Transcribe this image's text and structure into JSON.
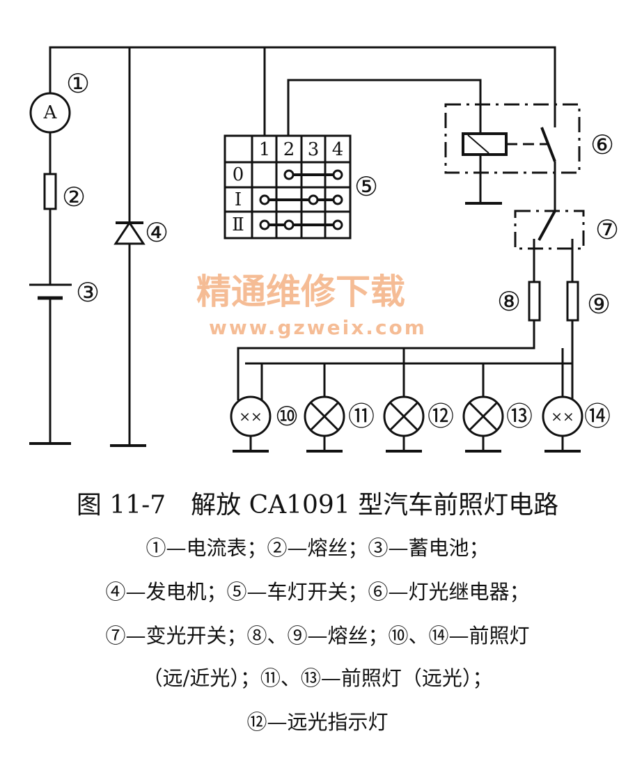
{
  "diagram": {
    "component_labels": [
      "①",
      "②",
      "③",
      "④",
      "⑤",
      "⑥",
      "⑦",
      "⑧",
      "⑨",
      "⑩",
      "⑪",
      "⑫",
      "⑬",
      "⑭"
    ],
    "ammeter_symbol": "A",
    "switch_table": {
      "columns": [
        "1",
        "2",
        "3",
        "4"
      ],
      "rows": [
        "0",
        "Ⅰ",
        "Ⅱ"
      ]
    },
    "watermark": {
      "title": "精通维修下载",
      "url": "www.gzweix.com"
    }
  },
  "caption": {
    "title": "图 11-7　解放 CA1091 型汽车前照灯电路",
    "legend": [
      "①—电流表；②—熔丝；③—蓄电池；",
      "④—发电机；⑤—车灯开关；⑥—灯光继电器；",
      "⑦—变光开关；⑧、⑨—熔丝；⑩、⑭—前照灯",
      "（远/近光）；⑪、⑬—前照灯（远光）；",
      "⑫—远光指示灯"
    ]
  }
}
